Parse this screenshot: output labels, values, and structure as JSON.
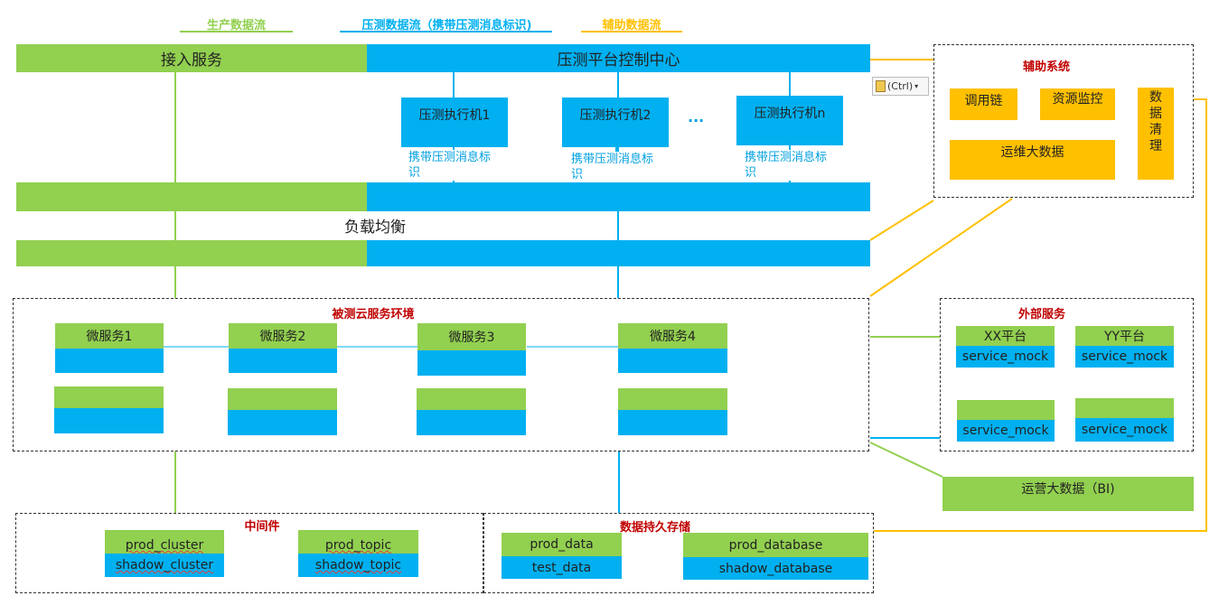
{
  "legend": {
    "production": "生产数据流",
    "pressure": "压测数据流（携带压测消息标识)",
    "auxiliary": "辅助数据流"
  },
  "colors": {
    "green": "#92d050",
    "blue": "#00b0f0",
    "yellow": "#ffc000",
    "red_title": "#c00000"
  },
  "top": {
    "access": "接入服务",
    "control_center": "压测平台控制中心"
  },
  "executors": [
    {
      "label": "压测执行机1",
      "tag": "携带压测消息标识"
    },
    {
      "label": "压测执行机2",
      "tag": "携带压测消息标识"
    },
    {
      "label": "压测执行机n",
      "tag": "携带压测消息标识"
    }
  ],
  "ellipsis": "...",
  "paste_popup": "(Ctrl)",
  "load_balance": "负载均衡",
  "aux_system": {
    "title": "辅助系统",
    "trace": "调用链",
    "monitor": "资源监控",
    "clean": "数据清理",
    "bigdata": "运维大数据"
  },
  "cloud_env": {
    "title": "被测云服务环境",
    "services": [
      "微服务1",
      "微服务2",
      "微服务3",
      "微服务4"
    ]
  },
  "external": {
    "title": "外部服务",
    "xx": "XX平台",
    "yy": "YY平台",
    "mock": "service_mock"
  },
  "bi": "运营大数据（BI)",
  "middleware": {
    "title": "中间件",
    "prod_cluster": "prod_cluster",
    "shadow_cluster": "shadow_cluster",
    "prod_topic": "prod_topic",
    "shadow_topic": "shadow_topic"
  },
  "storage": {
    "title": "数据持久存储",
    "prod_data": "prod_data",
    "test_data": "test_data",
    "prod_database": "prod_database",
    "shadow_database": "shadow_database"
  }
}
